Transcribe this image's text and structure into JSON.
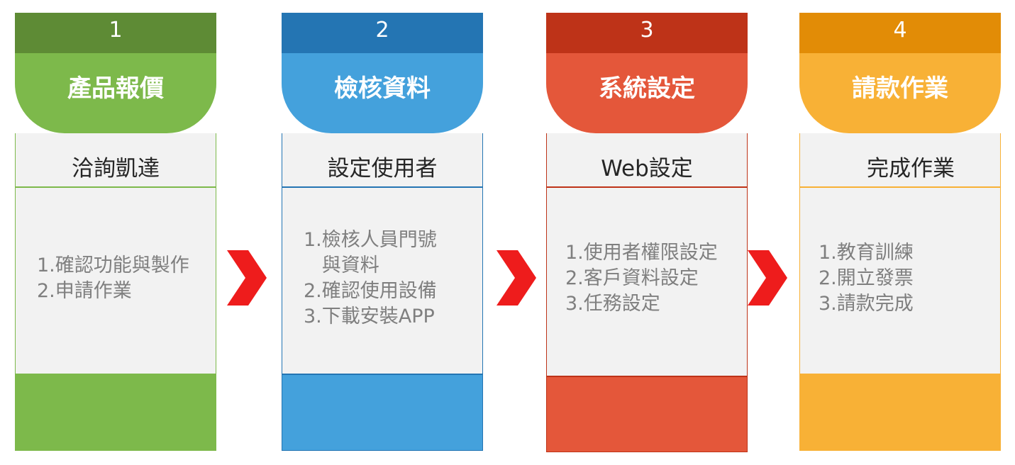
{
  "steps": [
    {
      "number": "1",
      "title": "產品報價",
      "subtitle": "洽詢凱達",
      "items": [
        "1.確認功能與製作",
        "2.申請作業"
      ],
      "colors": {
        "header": "#5e8b35",
        "main": "#7db94b"
      }
    },
    {
      "number": "2",
      "title": "檢核資料",
      "subtitle": "設定使用者",
      "items": [
        "1.檢核人員門號",
        "   與資料",
        "2.確認使用設備",
        "3.下載安裝APP"
      ],
      "colors": {
        "header": "#2475b3",
        "main": "#44a1dc"
      }
    },
    {
      "number": "3",
      "title": "系統設定",
      "subtitle": "Web設定",
      "items": [
        "1.使用者權限設定",
        "2.客戶資料設定",
        "3.任務設定"
      ],
      "colors": {
        "header": "#be3318",
        "main": "#e4573a"
      }
    },
    {
      "number": "4",
      "title": "請款作業",
      "subtitle": "完成作業",
      "items": [
        "1.教育訓練",
        "2.開立發票",
        "3.請款完成"
      ],
      "colors": {
        "header": "#e28c06",
        "main": "#f8b136"
      }
    }
  ],
  "arrow_color": "#ee1c1c",
  "arrow_icon": "chevron-right-icon"
}
